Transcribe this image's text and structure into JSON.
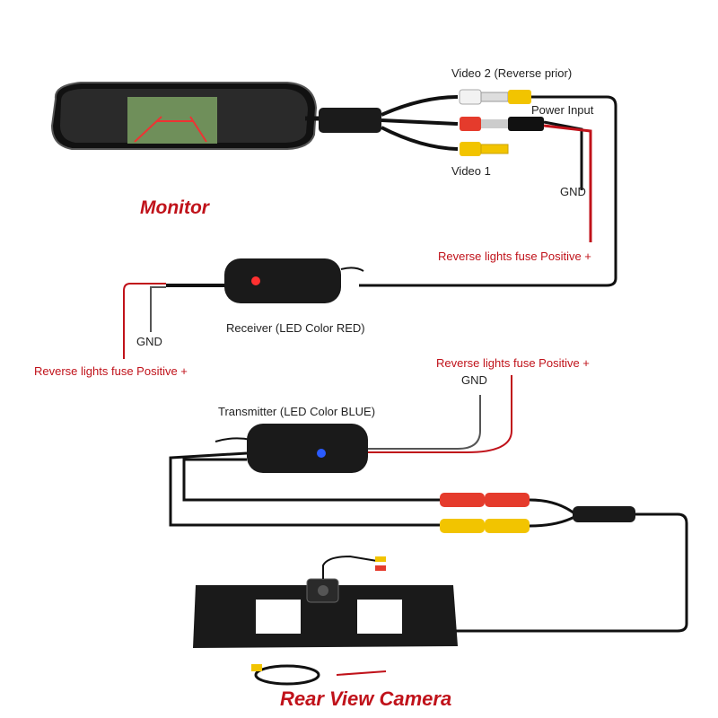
{
  "labels": {
    "video2": "Video 2 (Reverse prior)",
    "power_input": "Power Input",
    "video1": "Video 1",
    "gnd_power": "GND",
    "monitor": "Monitor",
    "fuse_monitor": "Reverse lights fuse Positive +",
    "receiver": "Receiver (LED Color RED)",
    "gnd_receiver": "GND",
    "fuse_receiver": "Reverse lights fuse Positive +",
    "fuse_transmitter": "Reverse lights fuse Positive +",
    "gnd_transmitter": "GND",
    "transmitter": "Transmitter (LED Color BLUE)",
    "camera": "Rear View Camera"
  },
  "colors": {
    "accent_red": "#c0121a",
    "rca_yellow": "#f2c400",
    "rca_red": "#e53b2c",
    "rca_white": "#f2f2f2",
    "led_red": "#ff3030",
    "led_blue": "#2a5bff"
  }
}
